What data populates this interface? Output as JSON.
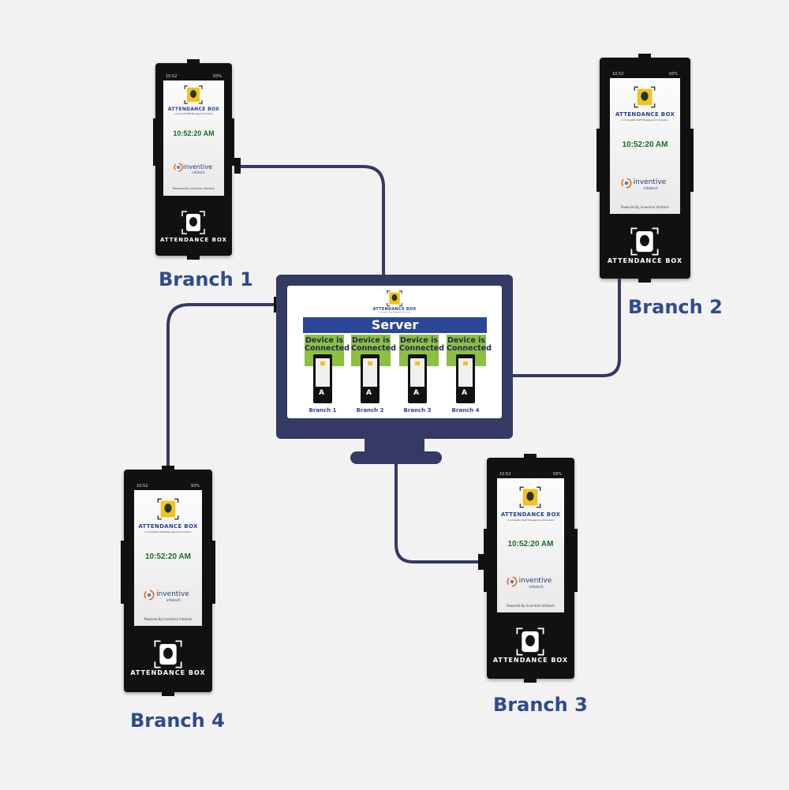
{
  "server": {
    "title": "Server",
    "logo_text": "ATTENDANCE BOX",
    "logo_sub": "A Complete Staff Management Solution",
    "cards": [
      {
        "status": "Device is Connected",
        "label": "Branch 1"
      },
      {
        "status": "Device is Connected",
        "label": "Branch 2"
      },
      {
        "status": "Device is Connected",
        "label": "Branch 3"
      },
      {
        "status": "Device is Connected",
        "label": "Branch 4"
      }
    ]
  },
  "devices": [
    {
      "branch": "Branch 1",
      "time": "10:52:20 AM",
      "logo_text": "ATTENDANCE BOX",
      "logo_sub": "A Complete Staff Management Solution",
      "brand": "inventive",
      "brand_sub": "infotech",
      "powered": "Powered By Inventive Infotech",
      "label": "ATTENDANCE BOX",
      "status_left": "10:52",
      "status_right": "93%"
    },
    {
      "branch": "Branch 2",
      "time": "10:52:20 AM",
      "logo_text": "ATTENDANCE BOX",
      "logo_sub": "A Complete Staff Management Solution",
      "brand": "inventive",
      "brand_sub": "infotech",
      "powered": "Powered By Inventive Infotech",
      "label": "ATTENDANCE BOX",
      "status_left": "10:52",
      "status_right": "93%"
    },
    {
      "branch": "Branch 3",
      "time": "10:52:20 AM",
      "logo_text": "ATTENDANCE BOX",
      "logo_sub": "A Complete Staff Management Solution",
      "brand": "inventive",
      "brand_sub": "infotech",
      "powered": "Powered By Inventive Infotech",
      "label": "ATTENDANCE BOX",
      "status_left": "10:52",
      "status_right": "93%"
    },
    {
      "branch": "Branch 4",
      "time": "10:52:20 AM",
      "logo_text": "ATTENDANCE BOX",
      "logo_sub": "A Complete Staff Management Solution",
      "brand": "inventive",
      "brand_sub": "infotech",
      "powered": "Powered By Inventive Infotech",
      "label": "ATTENDANCE BOX",
      "status_left": "10:52",
      "status_right": "93%"
    }
  ],
  "colors": {
    "background": "#f2f2f2",
    "wire": "#343a63",
    "monitor": "#343a63",
    "server_bar": "#2c4697",
    "card": "#8cbf42",
    "branch_label": "#2f4a8e",
    "clock": "#1d6b2a",
    "logo_yellow": "#f3c21c"
  }
}
